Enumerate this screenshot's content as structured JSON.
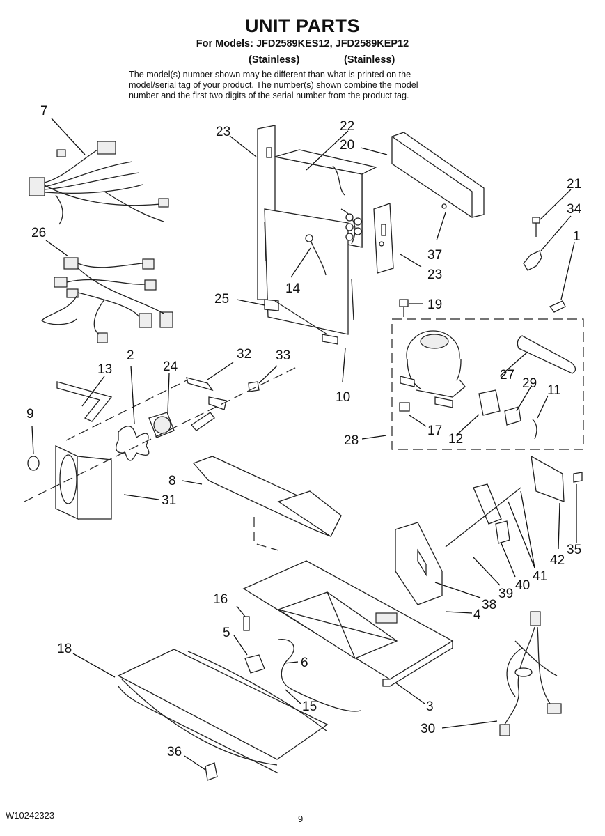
{
  "header": {
    "title": "UNIT PARTS",
    "models": "For Models: JFD2589KES12, JFD2589KEP12",
    "finish_1": "(Stainless)",
    "finish_2": "(Stainless)",
    "note_lines": [
      "The model(s) number shown may be different than what is printed on the",
      "model/serial tag of your product. The number(s) shown combine the model",
      "number and the first two digits of the serial number from the product tag."
    ]
  },
  "callouts": {
    "c1": "1",
    "c2": "2",
    "c3": "3",
    "c4": "4",
    "c5": "5",
    "c6": "6",
    "c7": "7",
    "c8": "8",
    "c9": "9",
    "c10": "10",
    "c11": "11",
    "c12": "12",
    "c13": "13",
    "c14": "14",
    "c15": "15",
    "c16": "16",
    "c17": "17",
    "c18": "18",
    "c19": "19",
    "c20": "20",
    "c21": "21",
    "c22": "22",
    "c23a": "23",
    "c23b": "23",
    "c24": "24",
    "c25": "25",
    "c26": "26",
    "c27": "27",
    "c28": "28",
    "c29": "29",
    "c30": "30",
    "c31": "31",
    "c32": "32",
    "c33": "33",
    "c34": "34",
    "c35": "35",
    "c36": "36",
    "c37": "37",
    "c38": "38",
    "c39": "39",
    "c40": "40",
    "c41": "41",
    "c42": "42"
  },
  "footer": {
    "document_number": "W10242323",
    "page_number": "9"
  }
}
